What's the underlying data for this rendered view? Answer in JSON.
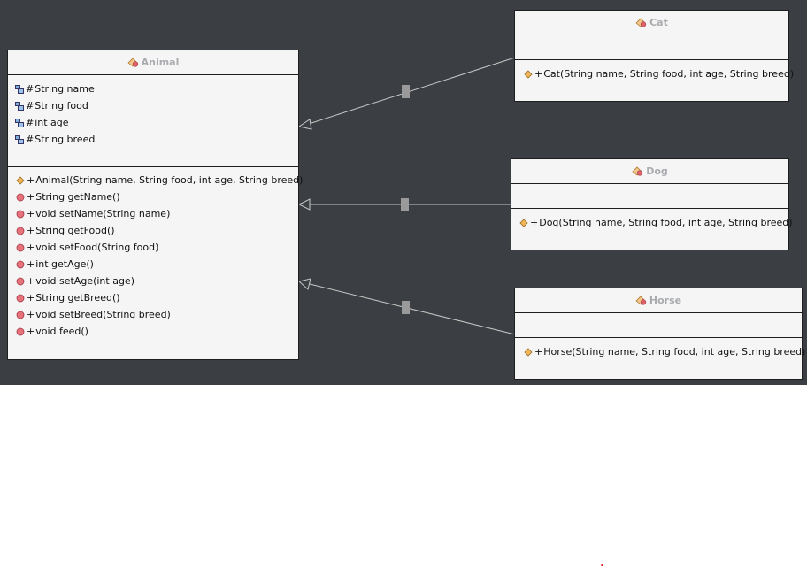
{
  "colors": {
    "canvas": "#3b3e42",
    "class_fill": "#f5f5f5",
    "class_border": "#1e1e1e",
    "class_title": "#a9abaf",
    "edge": "#c8c8c8",
    "edge_marker": "#9a9a9a",
    "red_dot": "#e8101e"
  },
  "classes": {
    "animal": {
      "name": "Animal",
      "fields": [
        {
          "vis": "#",
          "text": "String name"
        },
        {
          "vis": "#",
          "text": "String food"
        },
        {
          "vis": "#",
          "text": "int age"
        },
        {
          "vis": "#",
          "text": "String breed"
        }
      ],
      "methods": [
        {
          "vis": "+",
          "kind": "constructor",
          "text": "Animal(String name, String food, int age, String breed)"
        },
        {
          "vis": "+",
          "kind": "method",
          "text": "String getName()"
        },
        {
          "vis": "+",
          "kind": "method",
          "text": "void setName(String name)"
        },
        {
          "vis": "+",
          "kind": "method",
          "text": "String getFood()"
        },
        {
          "vis": "+",
          "kind": "method",
          "text": "void setFood(String food)"
        },
        {
          "vis": "+",
          "kind": "method",
          "text": "int getAge()"
        },
        {
          "vis": "+",
          "kind": "method",
          "text": "void setAge(int age)"
        },
        {
          "vis": "+",
          "kind": "method",
          "text": "String getBreed()"
        },
        {
          "vis": "+",
          "kind": "method",
          "text": "void setBreed(String breed)"
        },
        {
          "vis": "+",
          "kind": "method",
          "text": "void feed()"
        }
      ]
    },
    "cat": {
      "name": "Cat",
      "methods": [
        {
          "vis": "+",
          "kind": "constructor",
          "text": "Cat(String name, String food, int age, String breed)"
        }
      ]
    },
    "dog": {
      "name": "Dog",
      "methods": [
        {
          "vis": "+",
          "kind": "constructor",
          "text": "Dog(String name, String food, int age, String breed)"
        }
      ]
    },
    "horse": {
      "name": "Horse",
      "methods": [
        {
          "vis": "+",
          "kind": "constructor",
          "text": "Horse(String name, String food, int age, String breed)"
        }
      ]
    }
  },
  "relations": [
    {
      "type": "generalization",
      "from": "Cat",
      "to": "Animal"
    },
    {
      "type": "generalization",
      "from": "Dog",
      "to": "Animal"
    },
    {
      "type": "generalization",
      "from": "Horse",
      "to": "Animal"
    }
  ]
}
